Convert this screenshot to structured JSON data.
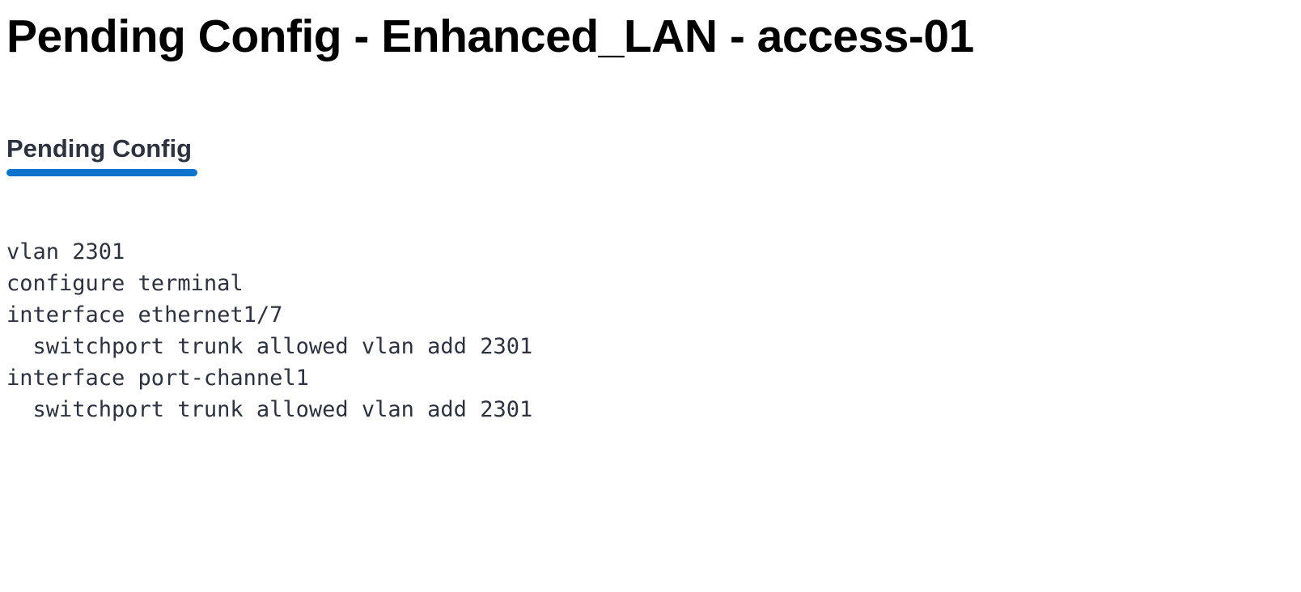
{
  "page": {
    "title": "Pending Config - Enhanced_LAN - access-01"
  },
  "tabs": {
    "pending_config": {
      "label": "Pending Config",
      "active": true
    }
  },
  "config": {
    "lines": [
      "vlan 2301",
      "configure terminal",
      "interface ethernet1/7",
      "  switchport trunk allowed vlan add 2301",
      "interface port-channel1",
      "  switchport trunk allowed vlan add 2301"
    ]
  },
  "colors": {
    "accent_blue": "#0d73cd",
    "text_dark": "#2d323e",
    "title_black": "#000000",
    "background": "#ffffff"
  }
}
